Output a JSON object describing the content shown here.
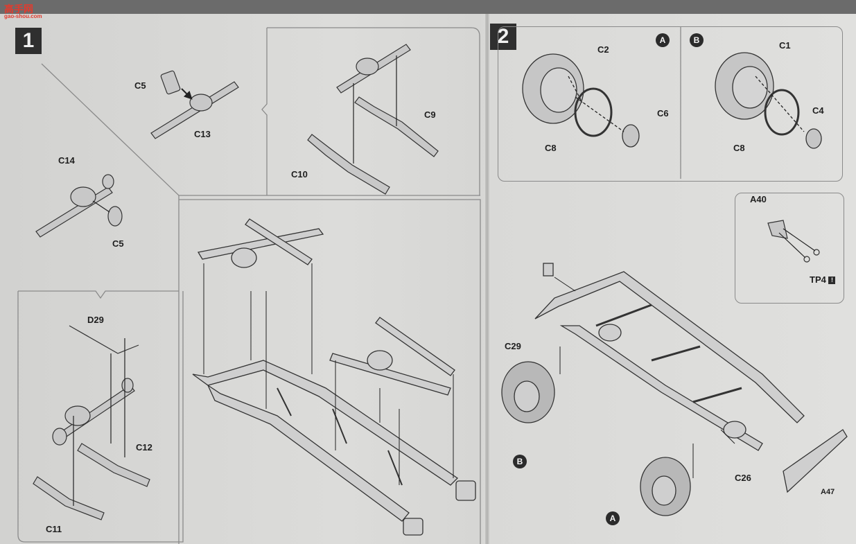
{
  "watermark": {
    "brand": "高手网",
    "url": "gao-shou.com"
  },
  "steps": [
    {
      "number": "1"
    },
    {
      "number": "2"
    }
  ],
  "step1": {
    "labels": {
      "c5_top": "C5",
      "c13": "C13",
      "c9": "C9",
      "c10": "C10",
      "c14": "C14",
      "c5_mid": "C5",
      "d29": "D29",
      "c12": "C12",
      "c11": "C11"
    }
  },
  "step2": {
    "variants": {
      "a": "A",
      "b": "B"
    },
    "labels": {
      "c2": "C2",
      "c6": "C6",
      "c8_a": "C8",
      "c1": "C1",
      "c4": "C4",
      "c8_b": "C8",
      "a40": "A40",
      "tp4": "TP4",
      "c29": "C29",
      "c26": "C26",
      "a47": "A47"
    },
    "markers": {
      "b": "B",
      "a": "A"
    },
    "icons": {
      "tp4_warning": "warning-icon"
    }
  },
  "colors": {
    "ink": "#2a2a2a",
    "paper": "#dcdcda",
    "step_box": "#2f2f2f",
    "brand": "#e23b2e"
  }
}
